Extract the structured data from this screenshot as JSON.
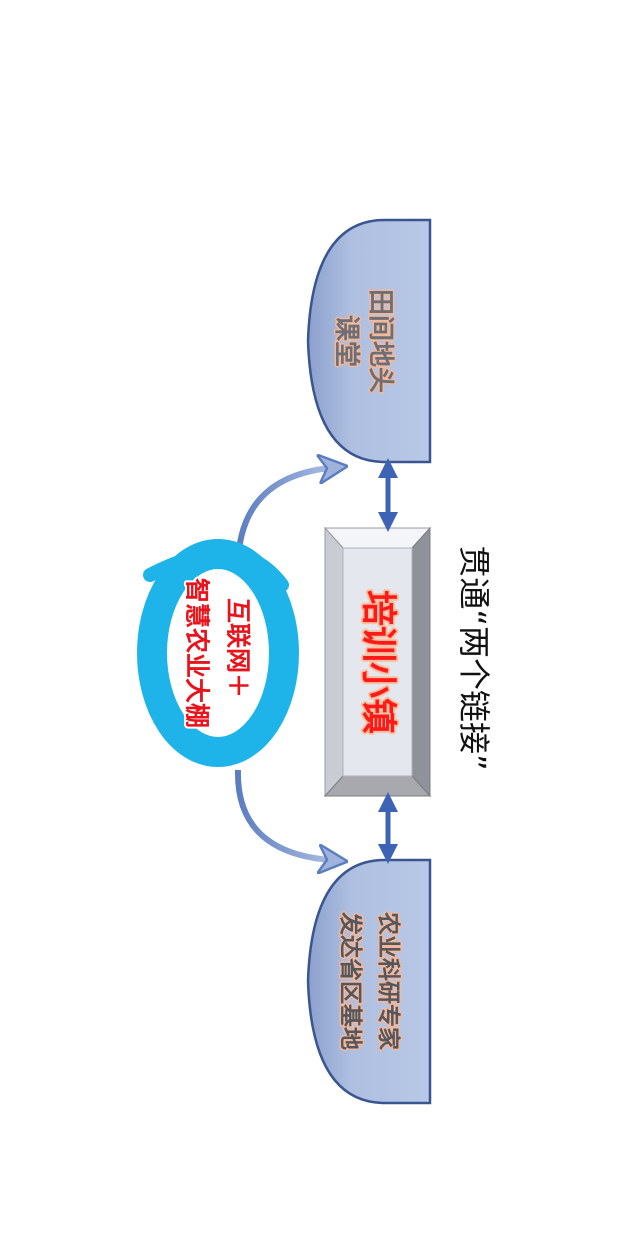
{
  "diagram": {
    "title": "贯通“两个链接”",
    "center_box": {
      "label": "培训小镇"
    },
    "top_node": {
      "line1": "田间地头",
      "line2": "课堂"
    },
    "bottom_node": {
      "line1": "农业科研专家",
      "line2": "发达省区基地"
    },
    "internet_node": {
      "line1": "互联网＋",
      "line2": "智慧农业大棚"
    }
  },
  "colors": {
    "node_fill": "#aebfe0",
    "node_fill_dark": "#7e95c4",
    "node_stroke": "#3a5691",
    "box_face": "#e4e7ee",
    "box_top": "#f4f5f8",
    "box_left": "#c9ccd3",
    "box_right": "#8f9299",
    "box_bottom": "#a7a9ae",
    "center_text": "#ff1a1a",
    "globe": "#1eb4ea",
    "globe_text": "#e8131b",
    "arrow": "#3d63b5",
    "curve_arrow": "#8aa0d0"
  }
}
